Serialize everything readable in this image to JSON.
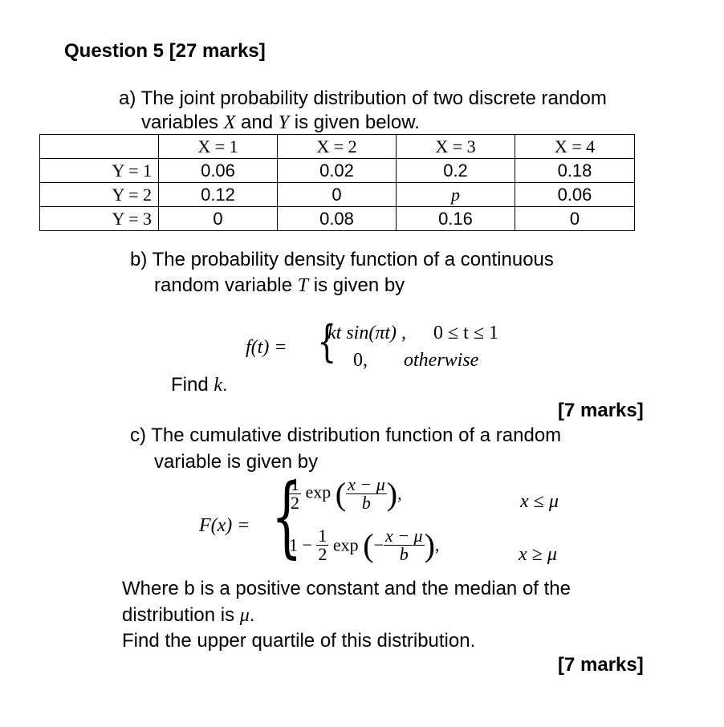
{
  "question": {
    "title": "Question 5 [27 marks]"
  },
  "part_a": {
    "line1": "a) The joint probability distribution of two discrete random",
    "line2_pre": "variables ",
    "var_x": "X",
    "line2_mid": " and ",
    "var_y": "Y",
    "line2_post": " is given below.",
    "table": {
      "headers": [
        "",
        "X = 1",
        "X = 2",
        "X = 3",
        "X = 4"
      ],
      "rows": [
        [
          "Y = 1",
          "0.06",
          "0.02",
          "0.2",
          "0.18"
        ],
        [
          "Y = 2",
          "0.12",
          "0",
          "p",
          "0.06"
        ],
        [
          "Y = 3",
          "0",
          "0.08",
          "0.16",
          "0"
        ]
      ]
    }
  },
  "part_b": {
    "line1": "b) The probability density function of a continuous",
    "line2_pre": "random variable ",
    "var_t": "T",
    "line2_post": " is given by",
    "lhs": "f(t) =",
    "case1_expr": "kt sin(πt) ,",
    "case1_cond": "0 ≤ t ≤ 1",
    "case2_expr": "0,",
    "case2_cond": "otherwise",
    "find_pre": "Find ",
    "find_var": "k",
    "find_post": ".",
    "marks": "[7 marks]"
  },
  "part_c": {
    "line1": "c) The cumulative distribution function of a random",
    "line2": "variable is given by",
    "lhs": "F(x) =",
    "half_num": "1",
    "half_den": "2",
    "exp": "exp",
    "one_minus": "1 −",
    "frac_num": "x − μ",
    "frac_den": "b",
    "neg": "−",
    "cond1": "x ≤ μ",
    "cond2": "x ≥ μ",
    "where_line1": "Where b is a positive constant and the median of the",
    "where_line2_pre": "distribution is ",
    "where_mu": "μ",
    "where_line2_post": ".",
    "find_line": "Find the upper quartile of this distribution.",
    "marks": "[7 marks]"
  }
}
